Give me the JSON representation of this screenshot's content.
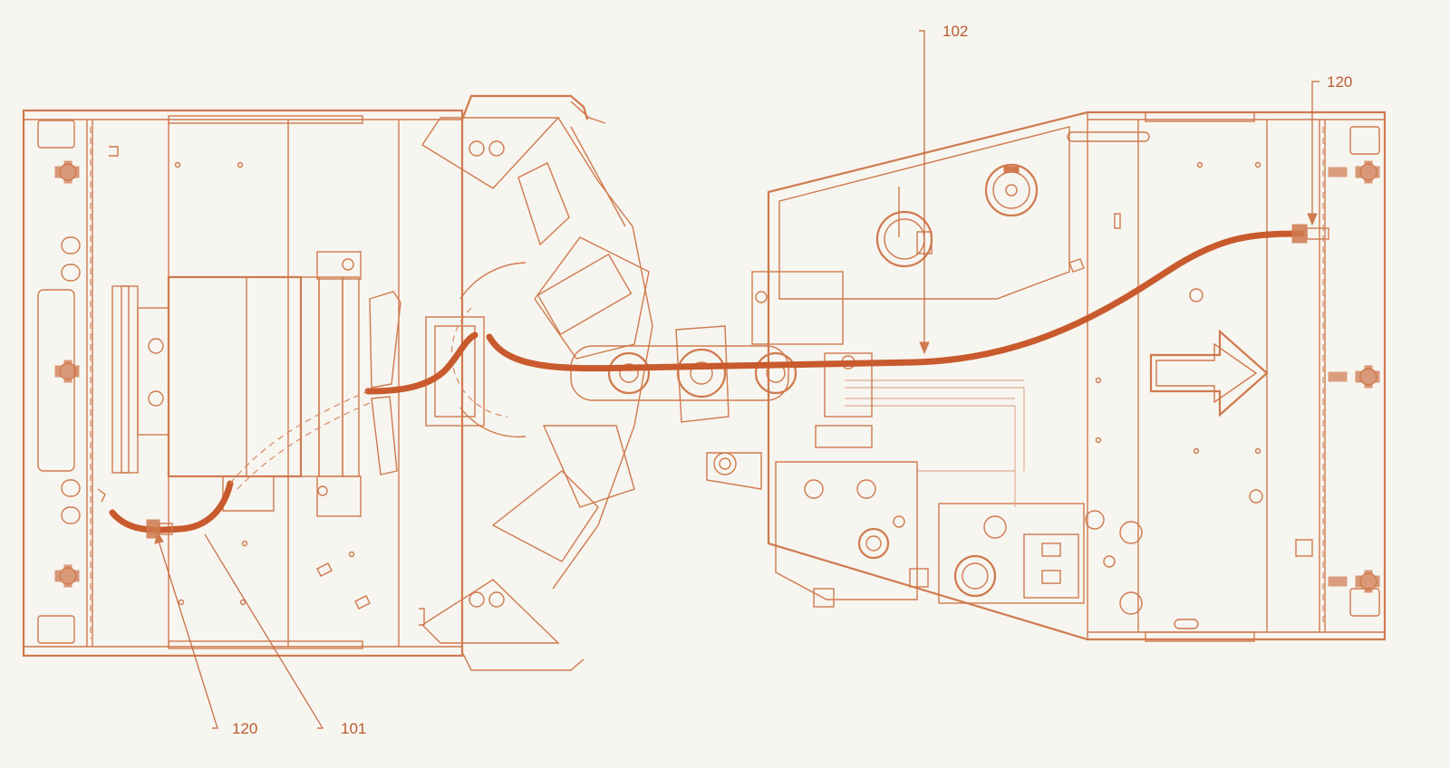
{
  "figure": {
    "reference_labels": {
      "hose_102": "102",
      "connector_120_top": "120",
      "connector_120_bottom": "120",
      "hose_101": "101"
    }
  },
  "colors": {
    "background": "#f7f5ef",
    "line": "#cf7a4f",
    "cable": "#c85a2d"
  }
}
